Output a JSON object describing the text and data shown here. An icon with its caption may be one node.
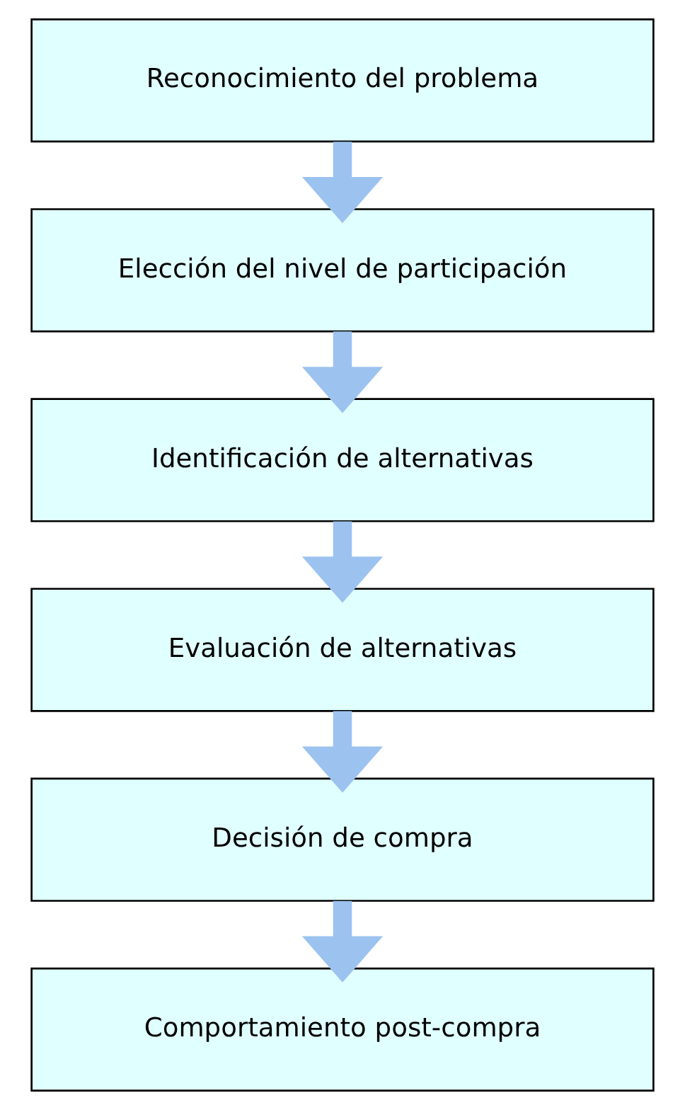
{
  "diagram": {
    "nodes": [
      {
        "text": [
          "Reconocimiento del problema"
        ]
      },
      {
        "text": [
          "Elección del nivel de participación"
        ]
      },
      {
        "text": [
          "Identificación de alternativas"
        ]
      },
      {
        "text": [
          "Evaluación de alternativas"
        ]
      },
      {
        "text": [
          "Decisión de compra"
        ]
      },
      {
        "text": [
          "Comportamiento post-compra"
        ]
      }
    ],
    "edges": [
      {
        "from": 0,
        "to": 1,
        "arrow": "to"
      },
      {
        "from": 1,
        "to": 2,
        "arrow": "to"
      },
      {
        "from": 2,
        "to": 3,
        "arrow": "to"
      },
      {
        "from": 3,
        "to": 4,
        "arrow": "to"
      },
      {
        "from": 4,
        "to": 5,
        "arrow": "to"
      }
    ]
  }
}
